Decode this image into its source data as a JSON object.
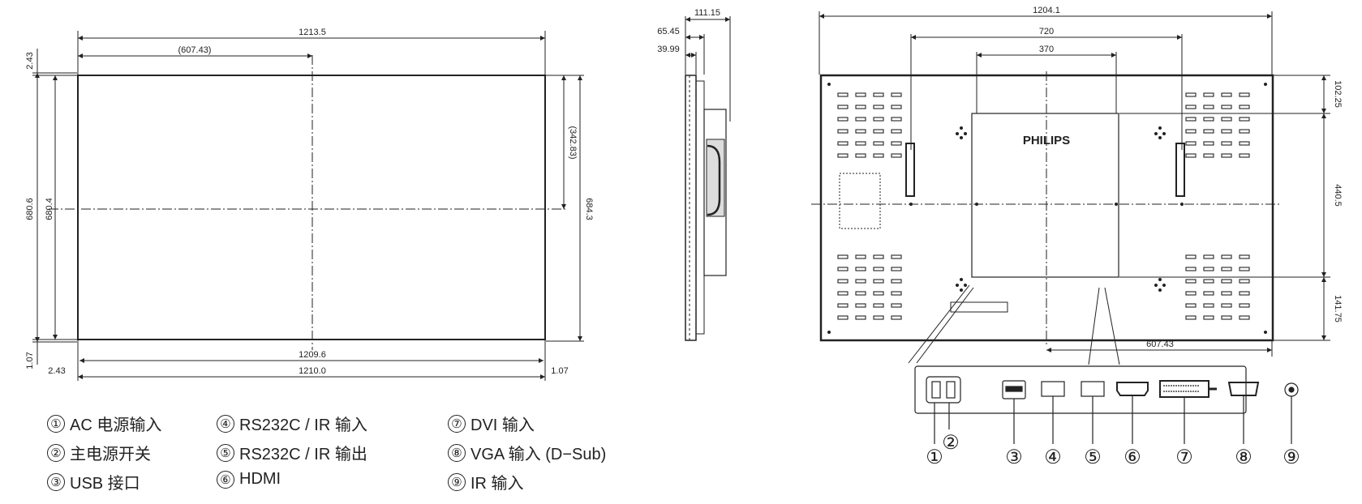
{
  "front": {
    "width_total": "1213.5",
    "half_width": "(607.43)",
    "top_offset": "2.43",
    "left_height": "680.6",
    "inner_height": "680.4",
    "right_half_height": "(342.83)",
    "right_height": "684.3",
    "bottom_offset": "1.07",
    "inner_width": "1209.6",
    "bottom_width": "1210.0",
    "bottom_left": "2.43",
    "bottom_right": "1.07"
  },
  "side": {
    "depth_total": "111.15",
    "depth_mid": "65.45",
    "depth_min": "39.99"
  },
  "rear": {
    "width_total": "1204.1",
    "vesa_wide": "720",
    "vesa_narrow": "370",
    "brand": "PHILIPS",
    "top_offset": "102.25",
    "vesa_height": "440.5",
    "bottom_offset": "141.75",
    "center_offset": "607.43"
  },
  "port_numbers": [
    "①",
    "②",
    "③",
    "④",
    "⑤",
    "⑥",
    "⑦",
    "⑧",
    "⑨"
  ],
  "legend": [
    {
      "num": "①",
      "text": "AC 电源输入"
    },
    {
      "num": "②",
      "text": "主电源开关"
    },
    {
      "num": "③",
      "text": "USB 接口"
    },
    {
      "num": "④",
      "text": "RS232C / IR 输入"
    },
    {
      "num": "⑤",
      "text": "RS232C / IR 输出"
    },
    {
      "num": "⑥",
      "text": "HDMI"
    },
    {
      "num": "⑦",
      "text": "DVI 输入"
    },
    {
      "num": "⑧",
      "text": "VGA 输入 (D−Sub)"
    },
    {
      "num": "⑨",
      "text": "IR 输入"
    }
  ]
}
